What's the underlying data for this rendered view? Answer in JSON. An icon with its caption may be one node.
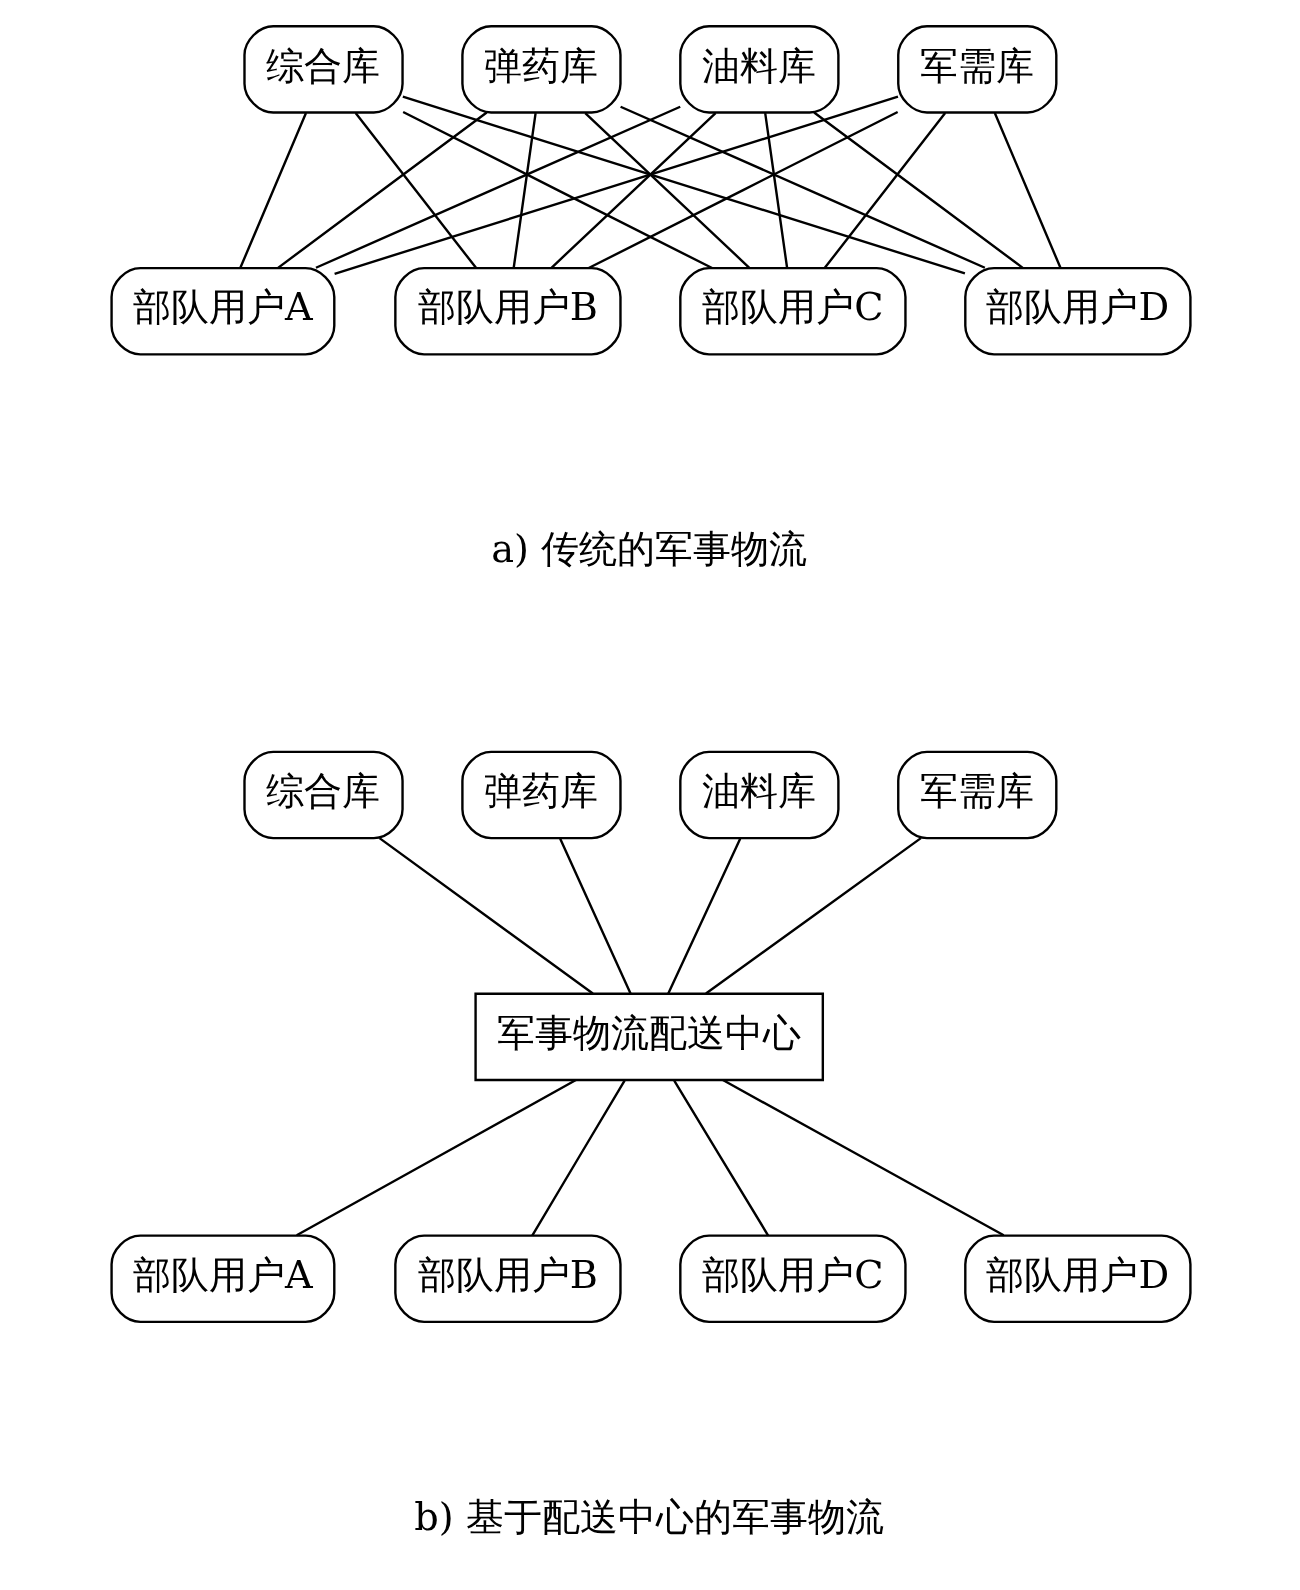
{
  "diagram": {
    "nodes": [
      {
        "text": [
          "综合库"
        ]
      },
      {
        "text": [
          "弹药库"
        ]
      },
      {
        "text": [
          "油料库"
        ]
      },
      {
        "text": [
          "军需库"
        ]
      },
      {
        "text": [
          "部队用户A"
        ]
      },
      {
        "text": [
          "部队用户B"
        ]
      },
      {
        "text": [
          "部队用户C"
        ]
      },
      {
        "text": [
          "部队用户D"
        ]
      },
      {
        "text": [
          "综合库"
        ]
      },
      {
        "text": [
          "弹药库"
        ]
      },
      {
        "text": [
          "油料库"
        ]
      },
      {
        "text": [
          "军需库"
        ]
      },
      {
        "text": [
          "军事物流配送中心"
        ]
      },
      {
        "text": [
          "部队用户A"
        ]
      },
      {
        "text": [
          "部队用户B"
        ]
      },
      {
        "text": [
          "部队用户C"
        ]
      },
      {
        "text": [
          "部队用户D"
        ]
      }
    ],
    "edges": [
      {
        "from": 0,
        "to": 4,
        "arrow": "none"
      },
      {
        "from": 0,
        "to": 5,
        "arrow": "none"
      },
      {
        "from": 0,
        "to": 6,
        "arrow": "none"
      },
      {
        "from": 0,
        "to": 7,
        "arrow": "none"
      },
      {
        "from": 1,
        "to": 4,
        "arrow": "none"
      },
      {
        "from": 1,
        "to": 5,
        "arrow": "none"
      },
      {
        "from": 1,
        "to": 6,
        "arrow": "none"
      },
      {
        "from": 1,
        "to": 7,
        "arrow": "none"
      },
      {
        "from": 2,
        "to": 4,
        "arrow": "none"
      },
      {
        "from": 2,
        "to": 5,
        "arrow": "none"
      },
      {
        "from": 2,
        "to": 6,
        "arrow": "none"
      },
      {
        "from": 2,
        "to": 7,
        "arrow": "none"
      },
      {
        "from": 3,
        "to": 4,
        "arrow": "none"
      },
      {
        "from": 3,
        "to": 5,
        "arrow": "none"
      },
      {
        "from": 3,
        "to": 6,
        "arrow": "none"
      },
      {
        "from": 3,
        "to": 7,
        "arrow": "none"
      },
      {
        "from": 8,
        "to": 12,
        "arrow": "none"
      },
      {
        "from": 9,
        "to": 12,
        "arrow": "none"
      },
      {
        "from": 10,
        "to": 12,
        "arrow": "none"
      },
      {
        "from": 11,
        "to": 12,
        "arrow": "none"
      },
      {
        "from": 12,
        "to": 13,
        "arrow": "none"
      },
      {
        "from": 12,
        "to": 14,
        "arrow": "none"
      },
      {
        "from": 12,
        "to": 15,
        "arrow": "none"
      },
      {
        "from": 12,
        "to": 16,
        "arrow": "none"
      }
    ],
    "labels": [
      "a) 传统的军事物流",
      "b) 基于配送中心的军事物流"
    ]
  }
}
